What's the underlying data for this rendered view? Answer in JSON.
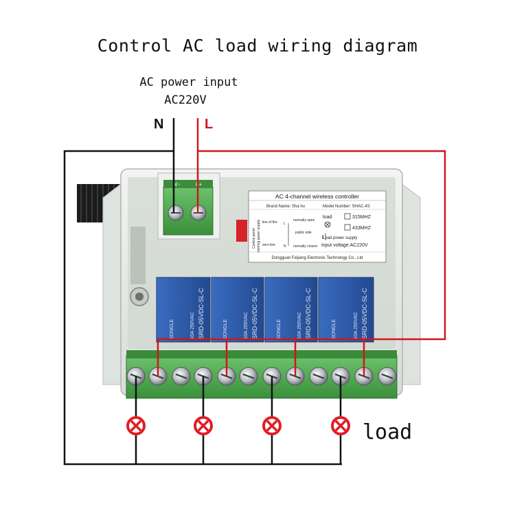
{
  "title": "Control AC load wiring diagram",
  "power_source": {
    "line1": "AC power input",
    "line2": "AC220V",
    "neutral_label": "N",
    "live_label": "L"
  },
  "load_label": "load",
  "board": {
    "power_terminal_labels": [
      "N~",
      "L+"
    ],
    "info_label": {
      "heading": "AC 4-channel wireless controller",
      "brand": "Brand Name: Sha hu",
      "model": "Model Number: SHAC-4S",
      "freq_1": "315MHZ",
      "freq_2": "433MHZ",
      "side_text_1": "Control panel",
      "side_text_2": "working power supply",
      "line_of_fire": "line of fire",
      "zero_line": "zero line",
      "l_mark": "L",
      "n_mark": "N",
      "normally_open": "normally open",
      "public_side": "public side",
      "normally_closed": "normally closed",
      "load_text": "load",
      "load_power_supply": "Load power supply",
      "input_voltage": "input voltage:AC220V",
      "manufacturer": "Dongguan Feijiang Electronic Technology Co., Ltd"
    },
    "relays": [
      {
        "brand": "SONGLE",
        "rating": "10A 250VAC",
        "model": "SRD-05VDC-SL-C"
      },
      {
        "brand": "SONGLE",
        "rating": "10A 250VAC",
        "model": "SRD-05VDC-SL-C"
      },
      {
        "brand": "SONGLE",
        "rating": "10A 250VAC",
        "model": "SRD-05VDC-SL-C"
      },
      {
        "brand": "SONGLE",
        "rating": "10A 250VAC",
        "model": "SRD-05VDC-SL-C"
      }
    ]
  },
  "colors": {
    "live_wire": "#d0161b",
    "neutral_wire": "#111111",
    "terminal_block": "#4ea84e",
    "relay": "#2f5fb0",
    "enclosure": "#e8ece8",
    "load_lamp": "#e01e25"
  }
}
